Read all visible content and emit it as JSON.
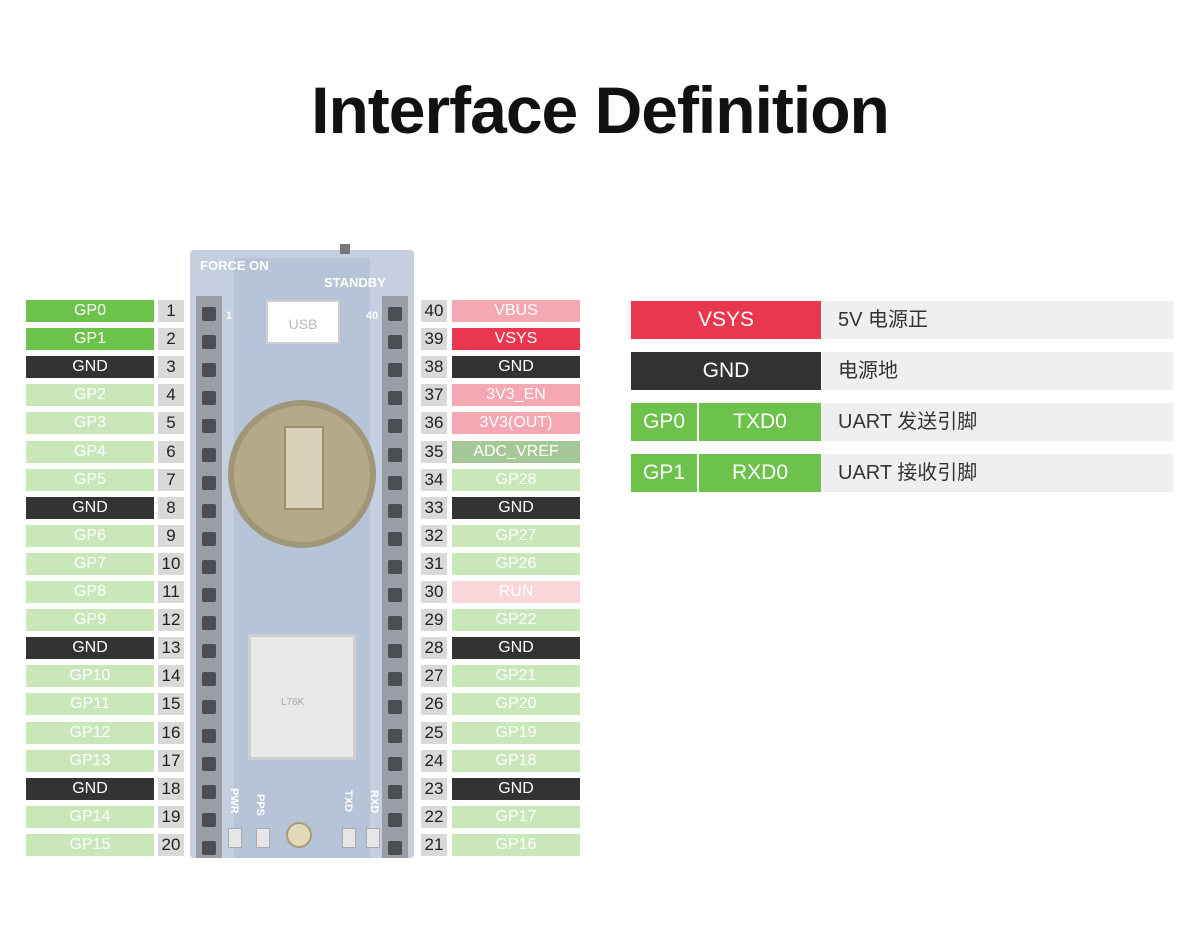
{
  "title": "Interface Definition",
  "colors": {
    "gp": "#c9e7b9",
    "gp_active": "#6cc24a",
    "gnd": "#333333",
    "pwr": "#f5a8b2",
    "pwr_active": "#e8374e",
    "pwr_faint": "#fbd6db",
    "adc": "#a5c996"
  },
  "board": {
    "force_on": "FORCE ON",
    "standby": "STANDBY",
    "usb": "USB",
    "pin_first": "1",
    "pin_last": "40",
    "module_label": "L76K",
    "pwr": "PWR",
    "pps": "PPS",
    "txd": "TXD",
    "rxd": "RXD"
  },
  "left_pins": [
    {
      "label": "GP0",
      "num": "1",
      "type": "gp-active"
    },
    {
      "label": "GP1",
      "num": "2",
      "type": "gp-active"
    },
    {
      "label": "GND",
      "num": "3",
      "type": "gnd"
    },
    {
      "label": "GP2",
      "num": "4",
      "type": "gp"
    },
    {
      "label": "GP3",
      "num": "5",
      "type": "gp"
    },
    {
      "label": "GP4",
      "num": "6",
      "type": "gp"
    },
    {
      "label": "GP5",
      "num": "7",
      "type": "gp"
    },
    {
      "label": "GND",
      "num": "8",
      "type": "gnd"
    },
    {
      "label": "GP6",
      "num": "9",
      "type": "gp"
    },
    {
      "label": "GP7",
      "num": "10",
      "type": "gp"
    },
    {
      "label": "GP8",
      "num": "11",
      "type": "gp"
    },
    {
      "label": "GP9",
      "num": "12",
      "type": "gp"
    },
    {
      "label": "GND",
      "num": "13",
      "type": "gnd"
    },
    {
      "label": "GP10",
      "num": "14",
      "type": "gp"
    },
    {
      "label": "GP11",
      "num": "15",
      "type": "gp"
    },
    {
      "label": "GP12",
      "num": "16",
      "type": "gp"
    },
    {
      "label": "GP13",
      "num": "17",
      "type": "gp"
    },
    {
      "label": "GND",
      "num": "18",
      "type": "gnd"
    },
    {
      "label": "GP14",
      "num": "19",
      "type": "gp"
    },
    {
      "label": "GP15",
      "num": "20",
      "type": "gp"
    }
  ],
  "right_pins": [
    {
      "label": "VBUS",
      "num": "40",
      "type": "pwr"
    },
    {
      "label": "VSYS",
      "num": "39",
      "type": "pwr-active"
    },
    {
      "label": "GND",
      "num": "38",
      "type": "gnd"
    },
    {
      "label": "3V3_EN",
      "num": "37",
      "type": "pwr"
    },
    {
      "label": "3V3(OUT)",
      "num": "36",
      "type": "pwr"
    },
    {
      "label": "ADC_VREF",
      "num": "35",
      "type": "adc"
    },
    {
      "label": "GP28",
      "num": "34",
      "type": "gp"
    },
    {
      "label": "GND",
      "num": "33",
      "type": "gnd"
    },
    {
      "label": "GP27",
      "num": "32",
      "type": "gp"
    },
    {
      "label": "GP26",
      "num": "31",
      "type": "gp"
    },
    {
      "label": "RUN",
      "num": "30",
      "type": "pwr-faint"
    },
    {
      "label": "GP22",
      "num": "29",
      "type": "gp"
    },
    {
      "label": "GND",
      "num": "28",
      "type": "gnd"
    },
    {
      "label": "GP21",
      "num": "27",
      "type": "gp"
    },
    {
      "label": "GP20",
      "num": "26",
      "type": "gp"
    },
    {
      "label": "GP19",
      "num": "25",
      "type": "gp"
    },
    {
      "label": "GP18",
      "num": "24",
      "type": "gp"
    },
    {
      "label": "GND",
      "num": "23",
      "type": "gnd"
    },
    {
      "label": "GP17",
      "num": "22",
      "type": "gp"
    },
    {
      "label": "GP16",
      "num": "21",
      "type": "gp"
    }
  ],
  "legend": [
    {
      "names": [
        "VSYS"
      ],
      "type": "pwr-active",
      "desc": "5V 电源正"
    },
    {
      "names": [
        "GND"
      ],
      "type": "gnd",
      "desc": "电源地"
    },
    {
      "names": [
        "GP0",
        "TXD0"
      ],
      "type": "gp-active",
      "desc": "UART 发送引脚"
    },
    {
      "names": [
        "GP1",
        "RXD0"
      ],
      "type": "gp-active",
      "desc": "UART 接收引脚"
    }
  ]
}
